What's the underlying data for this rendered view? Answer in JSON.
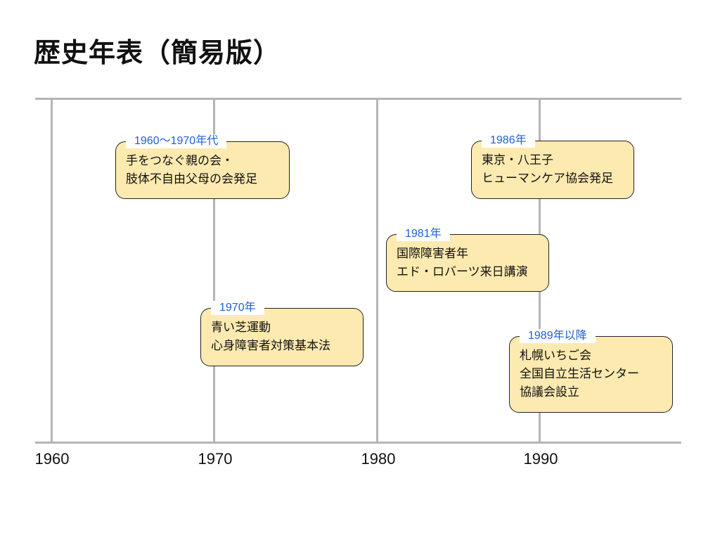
{
  "title": "歴史年表（簡易版）",
  "axis": {
    "ticks": [
      "1960",
      "1970",
      "1980",
      "1990"
    ]
  },
  "events": [
    {
      "year": "1960〜1970年代",
      "lines": [
        "手をつなぐ親の会・",
        "肢体不自由父母の会発足"
      ]
    },
    {
      "year": "1970年",
      "lines": [
        "青い芝運動",
        "心身障害者対策基本法"
      ]
    },
    {
      "year": "1981年",
      "lines": [
        "国際障害者年",
        "エド・ロバーツ来日講演"
      ]
    },
    {
      "year": "1986年",
      "lines": [
        "東京・八王子",
        "ヒューマンケア協会発足"
      ]
    },
    {
      "year": "1989年以降",
      "lines": [
        "札幌いちご会",
        "全国自立生活センター",
        "協議会設立"
      ]
    }
  ]
}
